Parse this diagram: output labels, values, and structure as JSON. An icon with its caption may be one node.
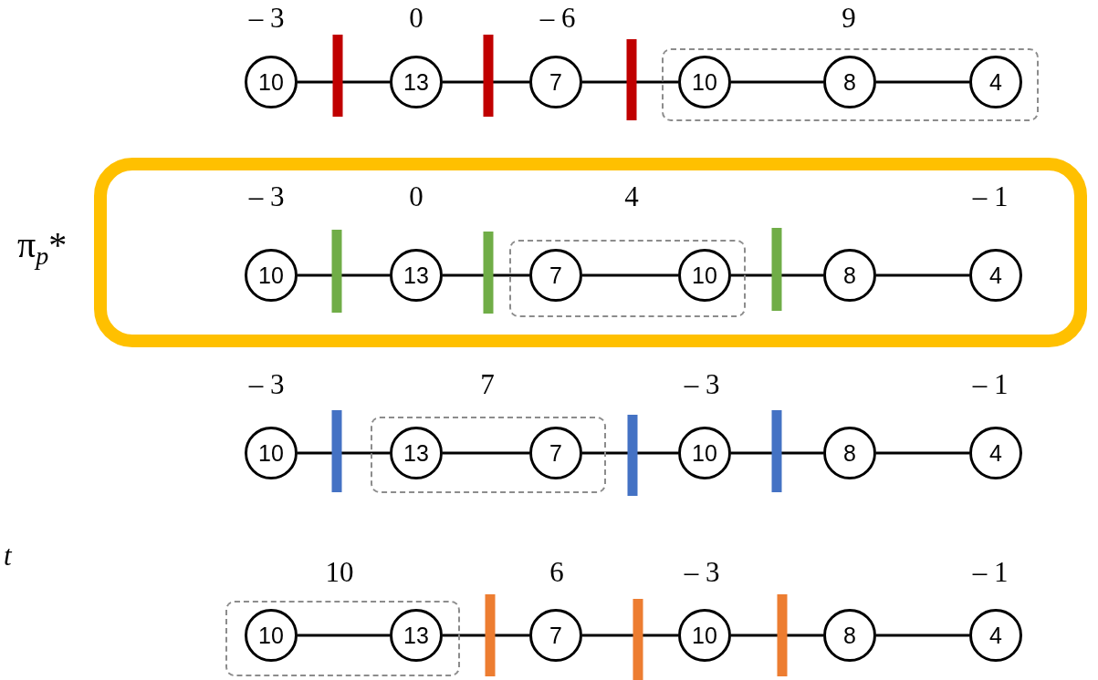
{
  "diagram": {
    "nodes": [
      {
        "text": [
          "10"
        ]
      },
      {
        "text": [
          "13"
        ]
      },
      {
        "text": [
          "7"
        ]
      },
      {
        "text": [],
        "shape": "box"
      },
      {
        "text": [
          "10"
        ],
        "in": 3
      },
      {
        "text": [
          "8"
        ],
        "in": 3
      },
      {
        "text": [
          "4"
        ],
        "in": 3
      },
      {
        "text": [
          "π$_{p}$*"
        ]
      },
      {
        "text": [
          "10"
        ],
        "in": 7
      },
      {
        "text": [
          "13"
        ],
        "in": 7
      },
      {
        "text": [],
        "shape": "box",
        "in": 7
      },
      {
        "text": [
          "7"
        ],
        "in": 10
      },
      {
        "text": [
          "10"
        ],
        "in": 10
      },
      {
        "text": [
          "8"
        ],
        "in": 7
      },
      {
        "text": [
          "4"
        ],
        "in": 7
      },
      {
        "text": [
          "10"
        ]
      },
      {
        "text": [],
        "shape": "box"
      },
      {
        "text": [
          "13"
        ],
        "in": 16
      },
      {
        "text": [
          "7"
        ],
        "in": 16
      },
      {
        "text": [
          "10"
        ]
      },
      {
        "text": [
          "8"
        ]
      },
      {
        "text": [
          "4"
        ]
      },
      {
        "text": [],
        "shape": "box"
      },
      {
        "text": [
          "10"
        ],
        "in": 22
      },
      {
        "text": [
          "13"
        ],
        "in": 22
      },
      {
        "text": [
          "7"
        ]
      },
      {
        "text": [
          "10"
        ]
      },
      {
        "text": [
          "8"
        ]
      },
      {
        "text": [
          "4"
        ]
      }
    ],
    "edges": [
      {
        "from": 0,
        "to": 1,
        "arrow": "none"
      },
      {
        "from": 1,
        "to": 2,
        "arrow": "none"
      },
      {
        "from": 2,
        "to": 4,
        "arrow": "none"
      },
      {
        "from": 4,
        "to": 5,
        "arrow": "none"
      },
      {
        "from": 5,
        "to": 6,
        "arrow": "none"
      },
      {
        "from": 8,
        "to": 9,
        "arrow": "none"
      },
      {
        "from": 9,
        "to": 11,
        "arrow": "none"
      },
      {
        "from": 11,
        "to": 12,
        "arrow": "none"
      },
      {
        "from": 12,
        "to": 13,
        "arrow": "none"
      },
      {
        "from": 13,
        "to": 14,
        "arrow": "none"
      },
      {
        "from": 15,
        "to": 17,
        "arrow": "none"
      },
      {
        "from": 17,
        "to": 18,
        "arrow": "none"
      },
      {
        "from": 18,
        "to": 19,
        "arrow": "none"
      },
      {
        "from": 19,
        "to": 20,
        "arrow": "none"
      },
      {
        "from": 20,
        "to": 21,
        "arrow": "none"
      },
      {
        "from": 23,
        "to": 24,
        "arrow": "none"
      },
      {
        "from": 24,
        "to": 25,
        "arrow": "none"
      },
      {
        "from": 25,
        "to": 26,
        "arrow": "none"
      },
      {
        "from": 26,
        "to": 27,
        "arrow": "none"
      },
      {
        "from": 27,
        "to": 28,
        "arrow": "none"
      }
    ],
    "labels": [
      "– 3",
      "0",
      "– 6",
      "9",
      "– 3",
      "0",
      "4",
      "– 1",
      "– 3",
      "7",
      "– 3",
      "– 1",
      "t",
      "10",
      "6",
      "– 3",
      "– 1"
    ]
  }
}
